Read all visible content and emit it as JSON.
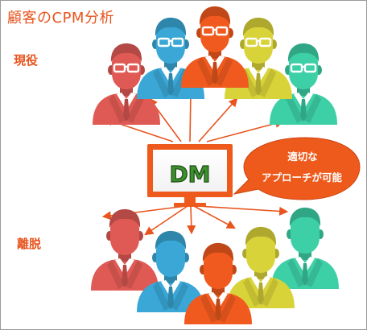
{
  "title": "顧客のCPM分析",
  "labels": {
    "current": "現役",
    "left": "離脱"
  },
  "monitor": {
    "text": "DM"
  },
  "bubble": {
    "line1": "適切な",
    "line2": "アプローチが可能"
  },
  "colors": {
    "accent": "#e8541e",
    "red": "#e05a55",
    "blue": "#3aa7d6",
    "orange": "#f05a1e",
    "yellow": "#d9d33a",
    "teal": "#3dcfa6",
    "dm_green": "#3e8f2e"
  },
  "people": {
    "top": [
      {
        "name": "red",
        "glasses": true
      },
      {
        "name": "blue",
        "glasses": true
      },
      {
        "name": "orange",
        "glasses": true
      },
      {
        "name": "yellow",
        "glasses": true
      },
      {
        "name": "teal",
        "glasses": true
      }
    ],
    "bottom": [
      {
        "name": "red",
        "glasses": false
      },
      {
        "name": "blue",
        "glasses": false
      },
      {
        "name": "orange",
        "glasses": false
      },
      {
        "name": "yellow",
        "glasses": false
      },
      {
        "name": "teal",
        "glasses": false
      }
    ]
  }
}
